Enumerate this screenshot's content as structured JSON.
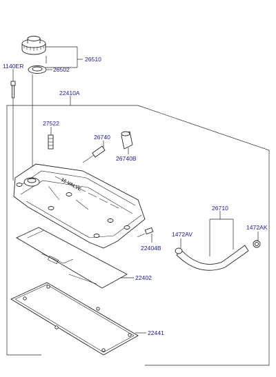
{
  "labels": {
    "oil_filler_cap": "26510",
    "cap_gasket": "26502",
    "bolt": "1140ER",
    "cover_assy": "22410A",
    "clip": "27522",
    "pcv_valve": "26740",
    "pcv_grommet": "26740B",
    "hose_assy": "26710",
    "clamp_left": "1472AV",
    "clamp_right": "1472AK",
    "nipple": "22404B",
    "baffle_plate": "22402",
    "gasket": "22441"
  },
  "cover_lettering": "16 VALVE"
}
